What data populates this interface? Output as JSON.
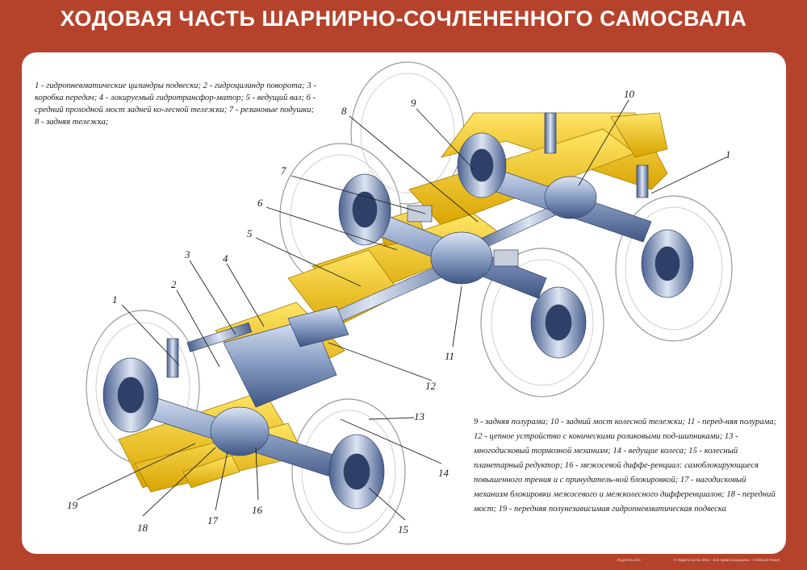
{
  "title": "ХОДОВАЯ ЧАСТЬ ШАРНИРНО-СОЧЛЕНЕННОГО САМОСВАЛА",
  "legend_top": "1 - гидропневматические цилиндры подвески; 2 - гидроцилиндр поворота; 3 - коробка передач; 4 - локируемый гидротрансфор-матор; 5 - ведущий вал; 6 - средний проходной мост задней ко-лесной тележки; 7 - резиновые подушки; 8 - задняя тележка;",
  "legend_bottom": "9 - задняя полурама; 10 - задний мост колесной тележки; 11 - перед-няя полурама; 12 - цепное устройство с коническими роликовыми под-шипниками; 13 - многодисковый тормозной механизм; 14 - ведущие колеса; 15 - колесный планетарный редуктор; 16 - межосевой диффе-ренциал: самоблокирующиеся повышенного трения и с принудитель-ной блокировкой; 17 - нагодисковый механизм блокировки межосевого и межколесного дифференциалов; 18 - передний мост; 19 - передняя полунезависимая гидропневматическая подвеска",
  "callouts": [
    "1",
    "2",
    "3",
    "4",
    "5",
    "6",
    "7",
    "8",
    "9",
    "10",
    "1",
    "11",
    "12",
    "13",
    "14",
    "15",
    "16",
    "17",
    "18",
    "19"
  ],
  "footer": {
    "left": "Издательство",
    "right": "© Издательство 2013 · Все права защищены · Учебный плакат"
  },
  "colors": {
    "background": "#b5432b",
    "panel": "#ffffff",
    "frame_yellow": "#f2c418",
    "axle_blue": "#8fa4c8",
    "tire_outline": "#9a9a9a"
  }
}
